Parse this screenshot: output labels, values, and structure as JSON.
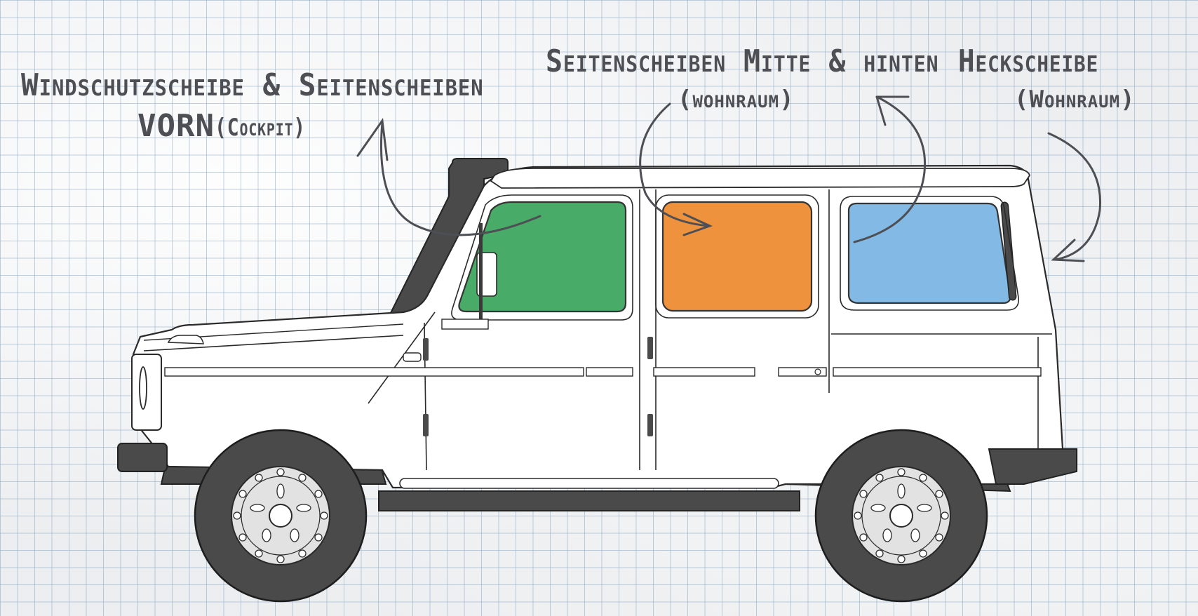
{
  "labels": {
    "front_line1": "Windschutzscheibe & Seitenscheiben",
    "front_line2_main": "VORN",
    "front_line2_sub": "(Cockpit)",
    "middle_line1": "Seitenscheiben Mitte & hinten",
    "middle_line2": "(wohnraum)",
    "rear_line1": "Heckscheibe",
    "rear_line2": "(Wohnraum)"
  },
  "colors": {
    "front_window": "#3fa75f",
    "middle_window": "#ef8d33",
    "rear_window": "#7db7e4",
    "outline": "#2a2a2a",
    "tire": "#4a4a4a",
    "annotation": "#4d4f55"
  }
}
